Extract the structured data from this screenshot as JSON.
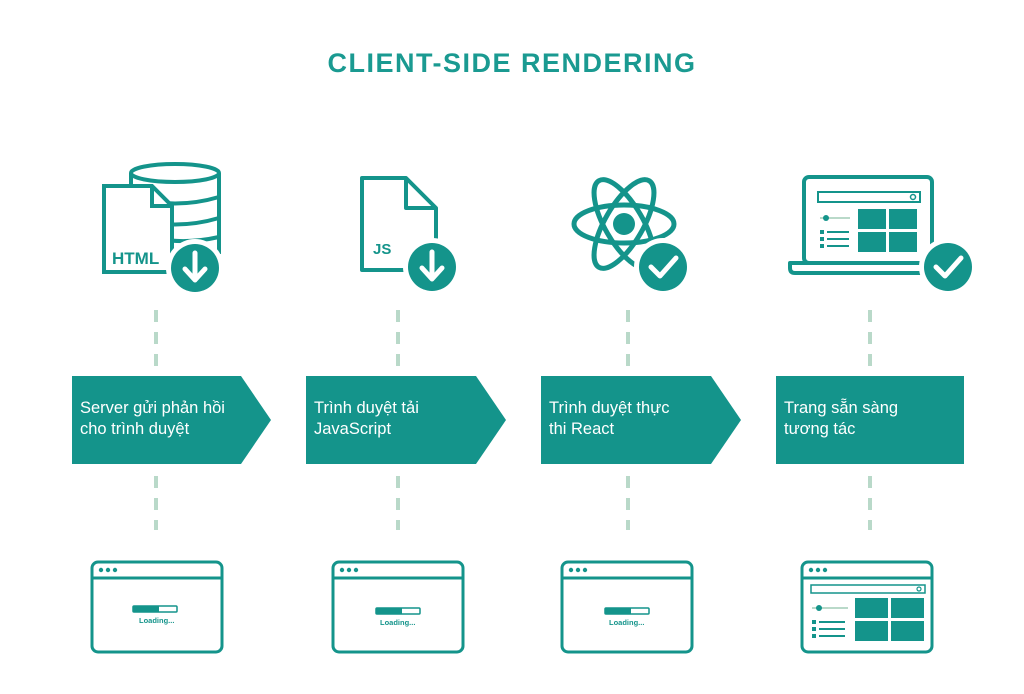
{
  "title": "CLIENT-SIDE RENDERING",
  "steps": [
    {
      "line1": "Server gửi phản hồi",
      "line2": "cho trình duyệt"
    },
    {
      "line1": "Trình duyệt tải",
      "line2": "JavaScript"
    },
    {
      "line1": "Trình duyệt thực",
      "line2": "thi React"
    },
    {
      "line1": "Trang sẵn sàng",
      "line2": "tương tác"
    }
  ],
  "icons": {
    "html_label": "HTML",
    "js_label": "JS"
  },
  "loading_text": "Loading...",
  "colors": {
    "accent": "#14948b",
    "dash": "#b9d9c9",
    "background": "#ffffff"
  }
}
